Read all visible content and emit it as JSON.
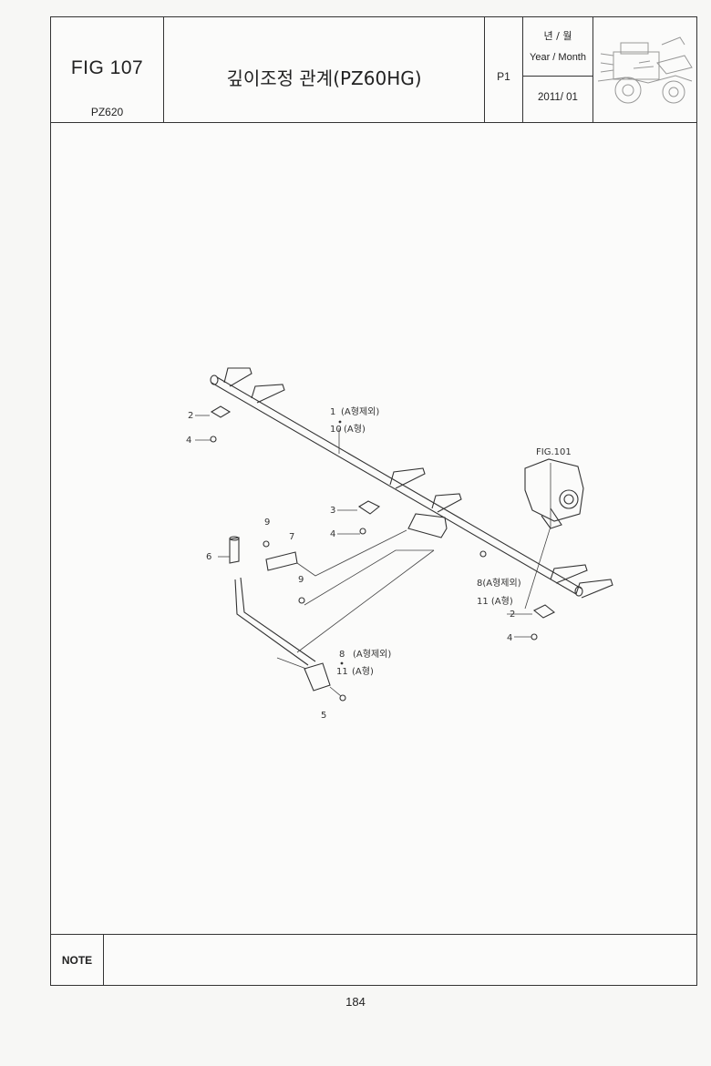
{
  "header": {
    "fig_number": "FIG 107",
    "model": "PZ620",
    "title": "깊이조정 관계(PZ60HG)",
    "page_ref": "P1",
    "date_label_ko": "년 / 월",
    "date_label_en": "Year / Month",
    "date_value": "2011/ 01"
  },
  "diagram": {
    "callouts": {
      "c1": "1",
      "c1_desc": "(A형제외)",
      "c10": "10",
      "c10_desc": "(A형)",
      "fig_ref": "FIG.101",
      "c2_top": "2",
      "c4_top": "4",
      "c3": "3",
      "c4_mid": "4",
      "c9_top": "9",
      "c7": "7",
      "c6": "6",
      "c9_bot": "9",
      "c8_right": "8(A형제외)",
      "c11_right": "11 (A형)",
      "c2_right": "2",
      "c4_right": "4",
      "c8_bot": "8",
      "c8_bot_desc": "(A형제외)",
      "c11_bot": "11",
      "c11_bot_desc": "(A형)",
      "c5": "5"
    }
  },
  "note": {
    "label": "NOTE",
    "text": ""
  },
  "page_number": "184"
}
